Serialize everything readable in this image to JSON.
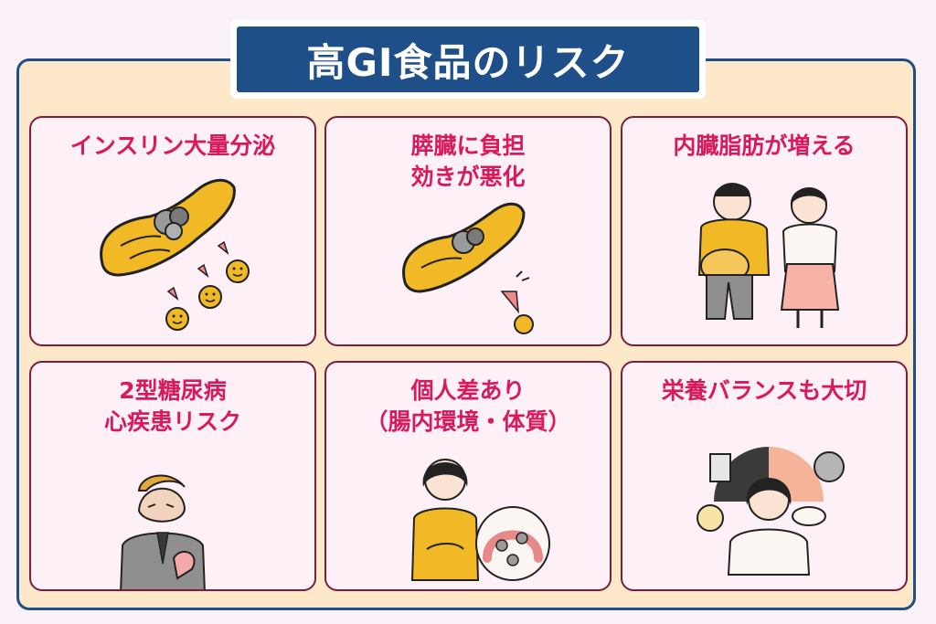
{
  "title": "高GI食品のリスク",
  "colors": {
    "navy": "#1e4f88",
    "frame_bg": "#fde9c9",
    "card_bg": "#fdf0f7",
    "card_border": "#7b1d3b",
    "title_pink": "#d81a5c",
    "pancreas_yellow": "#f2b926"
  },
  "cards": [
    {
      "lines": [
        "インスリン大量分泌"
      ],
      "icon": "pancreas-insulin-icon"
    },
    {
      "lines": [
        "膵臓に負担",
        "効きが悪化"
      ],
      "icon": "tired-pancreas-icon"
    },
    {
      "lines": [
        "内臓脂肪が増える"
      ],
      "icon": "belly-fat-couple-icon"
    },
    {
      "lines": [
        "2型糖尿病",
        "心疾患リスク"
      ],
      "icon": "chest-pain-man-icon"
    },
    {
      "lines": [
        "個人差あり",
        "（腸内環境・体質）"
      ],
      "icon": "intestine-woman-icon"
    },
    {
      "lines": [
        "栄養バランスも大切"
      ],
      "icon": "nutrition-doctor-icon"
    }
  ]
}
